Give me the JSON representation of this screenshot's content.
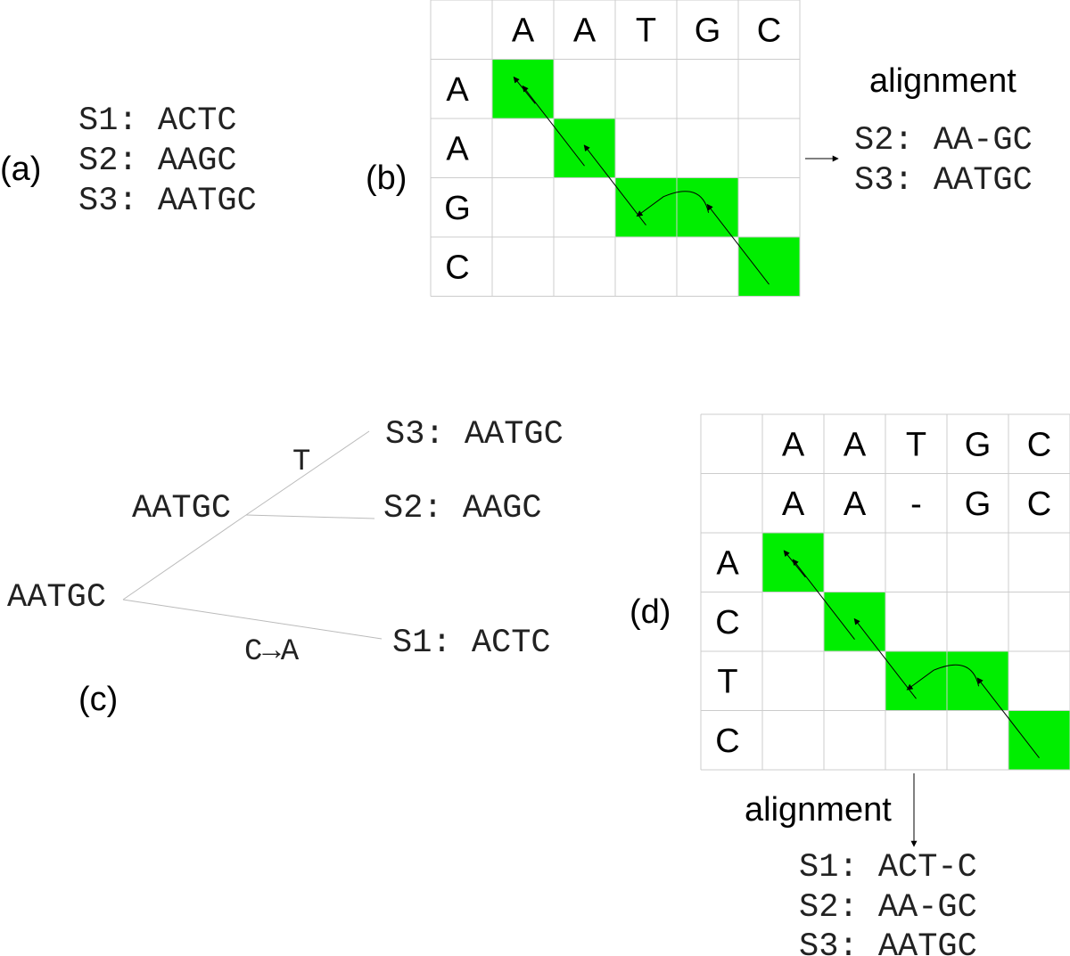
{
  "panel_a": {
    "label": "(a)",
    "sequences": [
      "S1: ACTC",
      "S2: AAGC",
      "S3: AATGC"
    ]
  },
  "panel_b": {
    "label": "(b)",
    "col_headers": [
      "A",
      "A",
      "T",
      "G",
      "C"
    ],
    "row_headers": [
      "A",
      "A",
      "G",
      "C"
    ],
    "highlight_cells": [
      [
        0,
        0
      ],
      [
        1,
        1
      ],
      [
        2,
        2
      ],
      [
        2,
        3
      ],
      [
        3,
        4
      ]
    ],
    "highlight_color": "#00ee00",
    "alignment_title": "alignment",
    "alignment": [
      "S2: AA-GC",
      "S3: AATGC"
    ]
  },
  "panel_c": {
    "label": "(c)",
    "root": "AATGC",
    "inner": "AATGC",
    "leaves": [
      "S3: AATGC",
      "S2: AAGC",
      "S1: ACTC"
    ],
    "branch_labels": [
      "T",
      "C→A"
    ]
  },
  "panel_d": {
    "label": "(d)",
    "col_headers_1": [
      "A",
      "A",
      "T",
      "G",
      "C"
    ],
    "col_headers_2": [
      "A",
      "A",
      "-",
      "G",
      "C"
    ],
    "row_headers": [
      "A",
      "C",
      "T",
      "C"
    ],
    "highlight_cells": [
      [
        0,
        0
      ],
      [
        1,
        1
      ],
      [
        2,
        2
      ],
      [
        2,
        3
      ],
      [
        3,
        4
      ]
    ],
    "highlight_color": "#00ee00",
    "alignment_title": "alignment",
    "alignment": [
      "S1: ACT-C",
      "S2: AA-GC",
      "S3: AATGC"
    ]
  }
}
